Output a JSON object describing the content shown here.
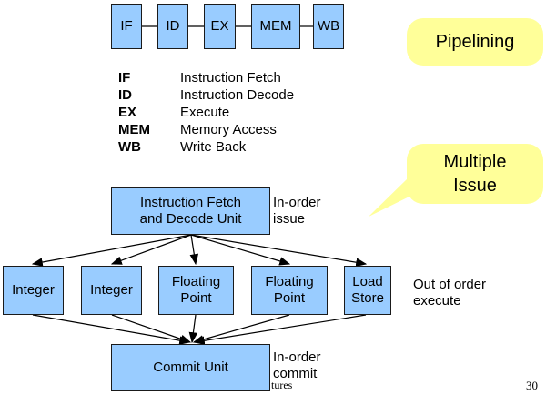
{
  "pipeline_stages": [
    "IF",
    "ID",
    "EX",
    "MEM",
    "WB"
  ],
  "callout_pipelining": "Pipelining",
  "legend": [
    {
      "abbr": "IF",
      "desc": "Instruction Fetch"
    },
    {
      "abbr": "ID",
      "desc": "Instruction Decode"
    },
    {
      "abbr": "EX",
      "desc": "Execute"
    },
    {
      "abbr": "MEM",
      "desc": "Memory Access"
    },
    {
      "abbr": "WB",
      "desc": "Write Back"
    }
  ],
  "callout_multiple_issue": "Multiple\nIssue",
  "fetch_unit": "Instruction Fetch\nand Decode Unit",
  "note_inorder_issue": "In-order\nissue",
  "exec_units": [
    "Integer",
    "Integer",
    "Floating\nPoint",
    "Floating\nPoint",
    "Load\nStore"
  ],
  "note_ooo_execute": "Out of order\nexecute",
  "commit_unit": "Commit Unit",
  "note_inorder_commit": "In-order\ncommit",
  "footer_text": "tures",
  "page_number": "30",
  "colors": {
    "box_fill": "#99ccff",
    "callout_fill": "#ffff99",
    "line": "#000000"
  }
}
